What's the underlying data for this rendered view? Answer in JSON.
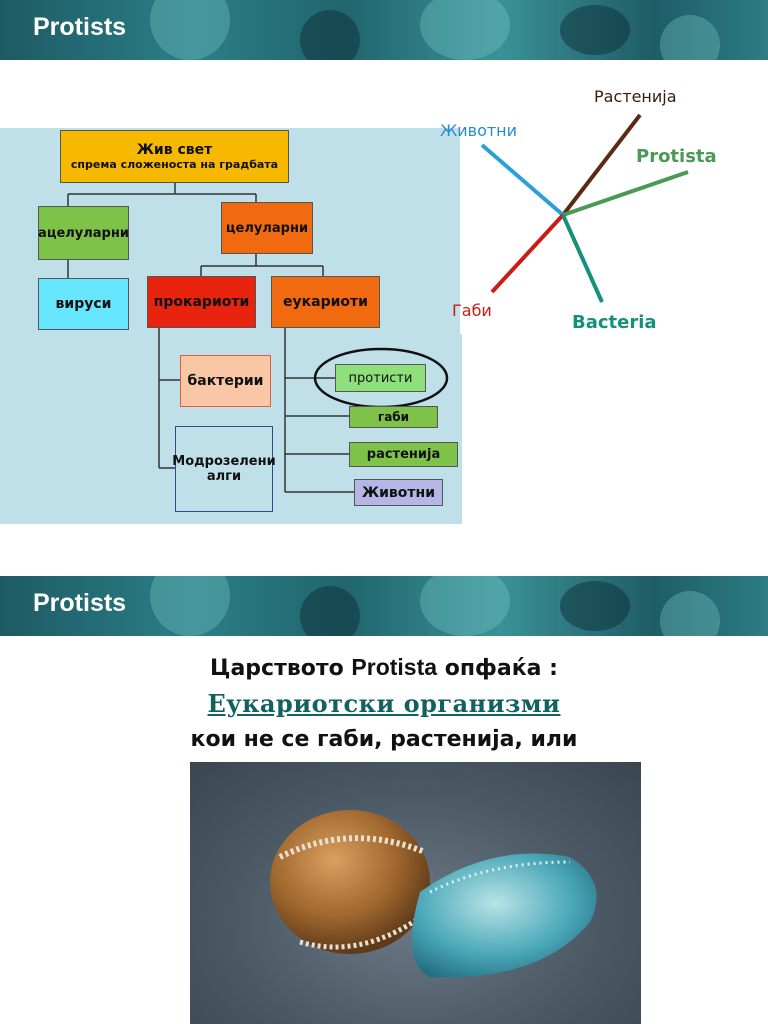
{
  "slide1": {
    "title": "Protists",
    "diagram": {
      "root_title": "Жив свет",
      "root_sub": "спрема сложеноста на градбата",
      "acellular": "ацелуларни",
      "cellular": "целуларни",
      "viruses": "вируси",
      "prokaryotes": "прокариоти",
      "eukaryotes": "еукариоти",
      "bacteria": "бактерии",
      "bluegreen": "Модрозелени алги",
      "protists": "протисти",
      "fungi": "габи",
      "plants": "растенија",
      "animals": "Животни"
    },
    "tree": {
      "plants": "Растенија",
      "animals": "Животни",
      "protista": "Protista",
      "fungi": "Габи",
      "bacteria": "Bacteria"
    }
  },
  "slide2": {
    "title": "Protists",
    "line1_a": "Царството",
    "line1_b": "Protista",
    "line1_c": "опфаќа :",
    "line2": "Еукариотски организми",
    "line3": "кои не се габи, растенија, или"
  },
  "colors": {
    "root": "#f7b900",
    "orange": "#f26a10",
    "red": "#e8230e",
    "green": "#7fc24a",
    "cyan": "#66e6ff",
    "peach": "#f9c7a6",
    "lavender": "#b6b6e6"
  }
}
